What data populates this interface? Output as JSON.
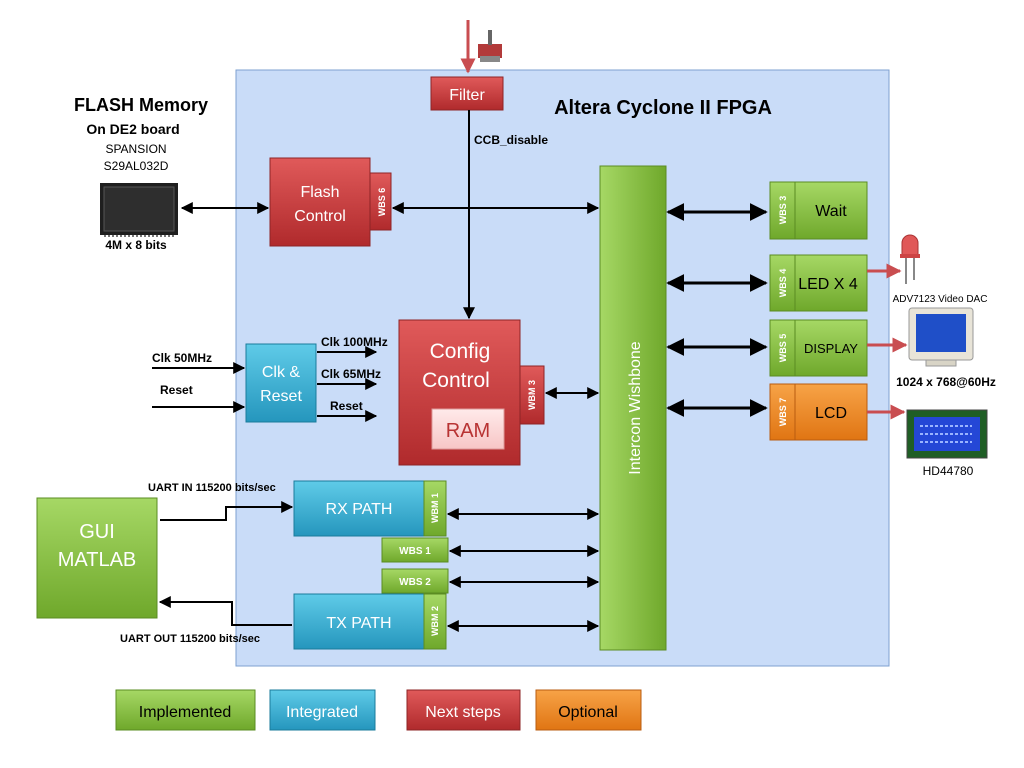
{
  "fpga": {
    "title": "Altera  Cyclone II FPGA"
  },
  "flash_memory": {
    "title": "FLASH Memory",
    "subtitle": "On DE2 board",
    "maker": "SPANSION",
    "part": "S29AL032D",
    "size": "4M x 8 bits"
  },
  "blocks": {
    "filter": "Filter",
    "flash_control": [
      "Flash",
      "Control"
    ],
    "config_control": [
      "Config",
      "Control"
    ],
    "ram": "RAM",
    "clk_reset": [
      "Clk &",
      "Reset"
    ],
    "rx_path": "RX PATH",
    "tx_path": "TX PATH",
    "gui": [
      "GUI",
      "MATLAB"
    ],
    "wishbone": "Intercon Wishbone",
    "wait": "Wait",
    "led": "LED X 4",
    "display": "DISPLAY",
    "lcd": "LCD"
  },
  "ports": {
    "wbs1": "WBS 1",
    "wbs2": "WBS 2",
    "wbs3": "WBS 3",
    "wbs4": "WBS 4",
    "wbs5": "WBS 5",
    "wbs6": "WBS 6",
    "wbs7": "WBS 7",
    "wbm1": "WBM 1",
    "wbm2": "WBM 2",
    "wbm3": "WBM 3"
  },
  "signals": {
    "ccb_disable": "CCB_disable",
    "clk_50": "Clk 50MHz",
    "reset_in": "Reset",
    "clk_100": "Clk 100MHz",
    "clk_65": "Clk 65MHz",
    "reset_out": "Reset",
    "uart_in": "UART IN 115200 bits/sec",
    "uart_out": "UART OUT 115200 bits/sec"
  },
  "peripherals": {
    "video_dac": "ADV7123 Video DAC",
    "resolution": "1024 x 768@60Hz",
    "lcd_chip": "HD44780"
  },
  "legend": [
    "Implemented",
    "Integrated",
    "Next steps",
    "Optional"
  ],
  "colors": {
    "implemented": "#8cc63e",
    "integrated": "#3fb6d8",
    "next_steps": "#c8393b",
    "optional": "#ef8a22",
    "fpga_bg": "#c9dcf8"
  }
}
